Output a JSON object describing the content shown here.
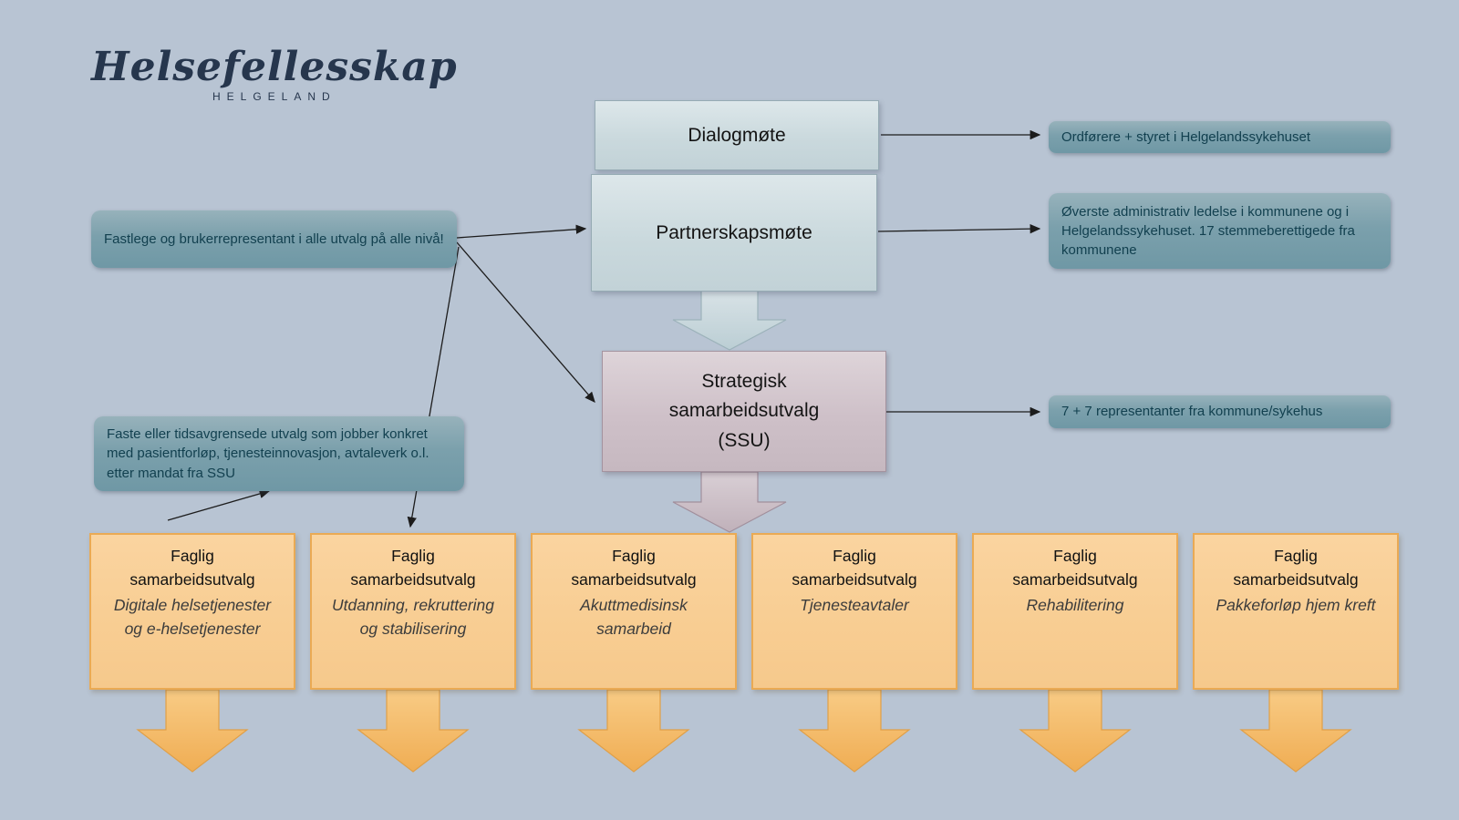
{
  "logo": {
    "title": "Helsefellesskap",
    "subtitle": "HELGELAND"
  },
  "boxes": {
    "dialogmote": "Dialogmøte",
    "partnerskapsmote": "Partnerskapsmøte",
    "ssu": "Strategisk\nsamarbeidsutvalg\n(SSU)"
  },
  "notes": {
    "fastlege": "Fastlege og brukerrepresentant i alle utvalg på alle nivå!",
    "faste_utvalg": "Faste eller tidsavgrensede utvalg som jobber konkret med pasientforløp, tjenesteinnovasjon, avtaleverk o.l. etter mandat fra SSU",
    "ordforere": "Ordførere + styret i Helgelandssykehuset",
    "adm_ledelse": "Øverste administrativ ledelse i kommunene og i Helgelandssykehuset. 17 stemmeberettigede fra kommunene",
    "representanter": "7 + 7 representanter fra kommune/sykehus"
  },
  "faglig": {
    "title": "Faglig\nsamarbeidsutvalg",
    "items": [
      {
        "subtitle": "Digitale helsetjenester og e-helsetjenester"
      },
      {
        "subtitle": "Utdanning, rekruttering og stabilisering"
      },
      {
        "subtitle": "Akuttmedisinsk samarbeid"
      },
      {
        "subtitle": "Tjenesteavtaler"
      },
      {
        "subtitle": "Rehabilitering"
      },
      {
        "subtitle": "Pakkeforløp hjem kreft"
      }
    ]
  },
  "colors": {
    "background": "#b8c4d3",
    "teal_note": "#6f98a5",
    "note_text": "#12404f",
    "box_blue": "#cfdde1",
    "box_mauve": "#cdbfc7",
    "orange_box": "#f9cf96",
    "orange_border": "#eaaa54"
  }
}
